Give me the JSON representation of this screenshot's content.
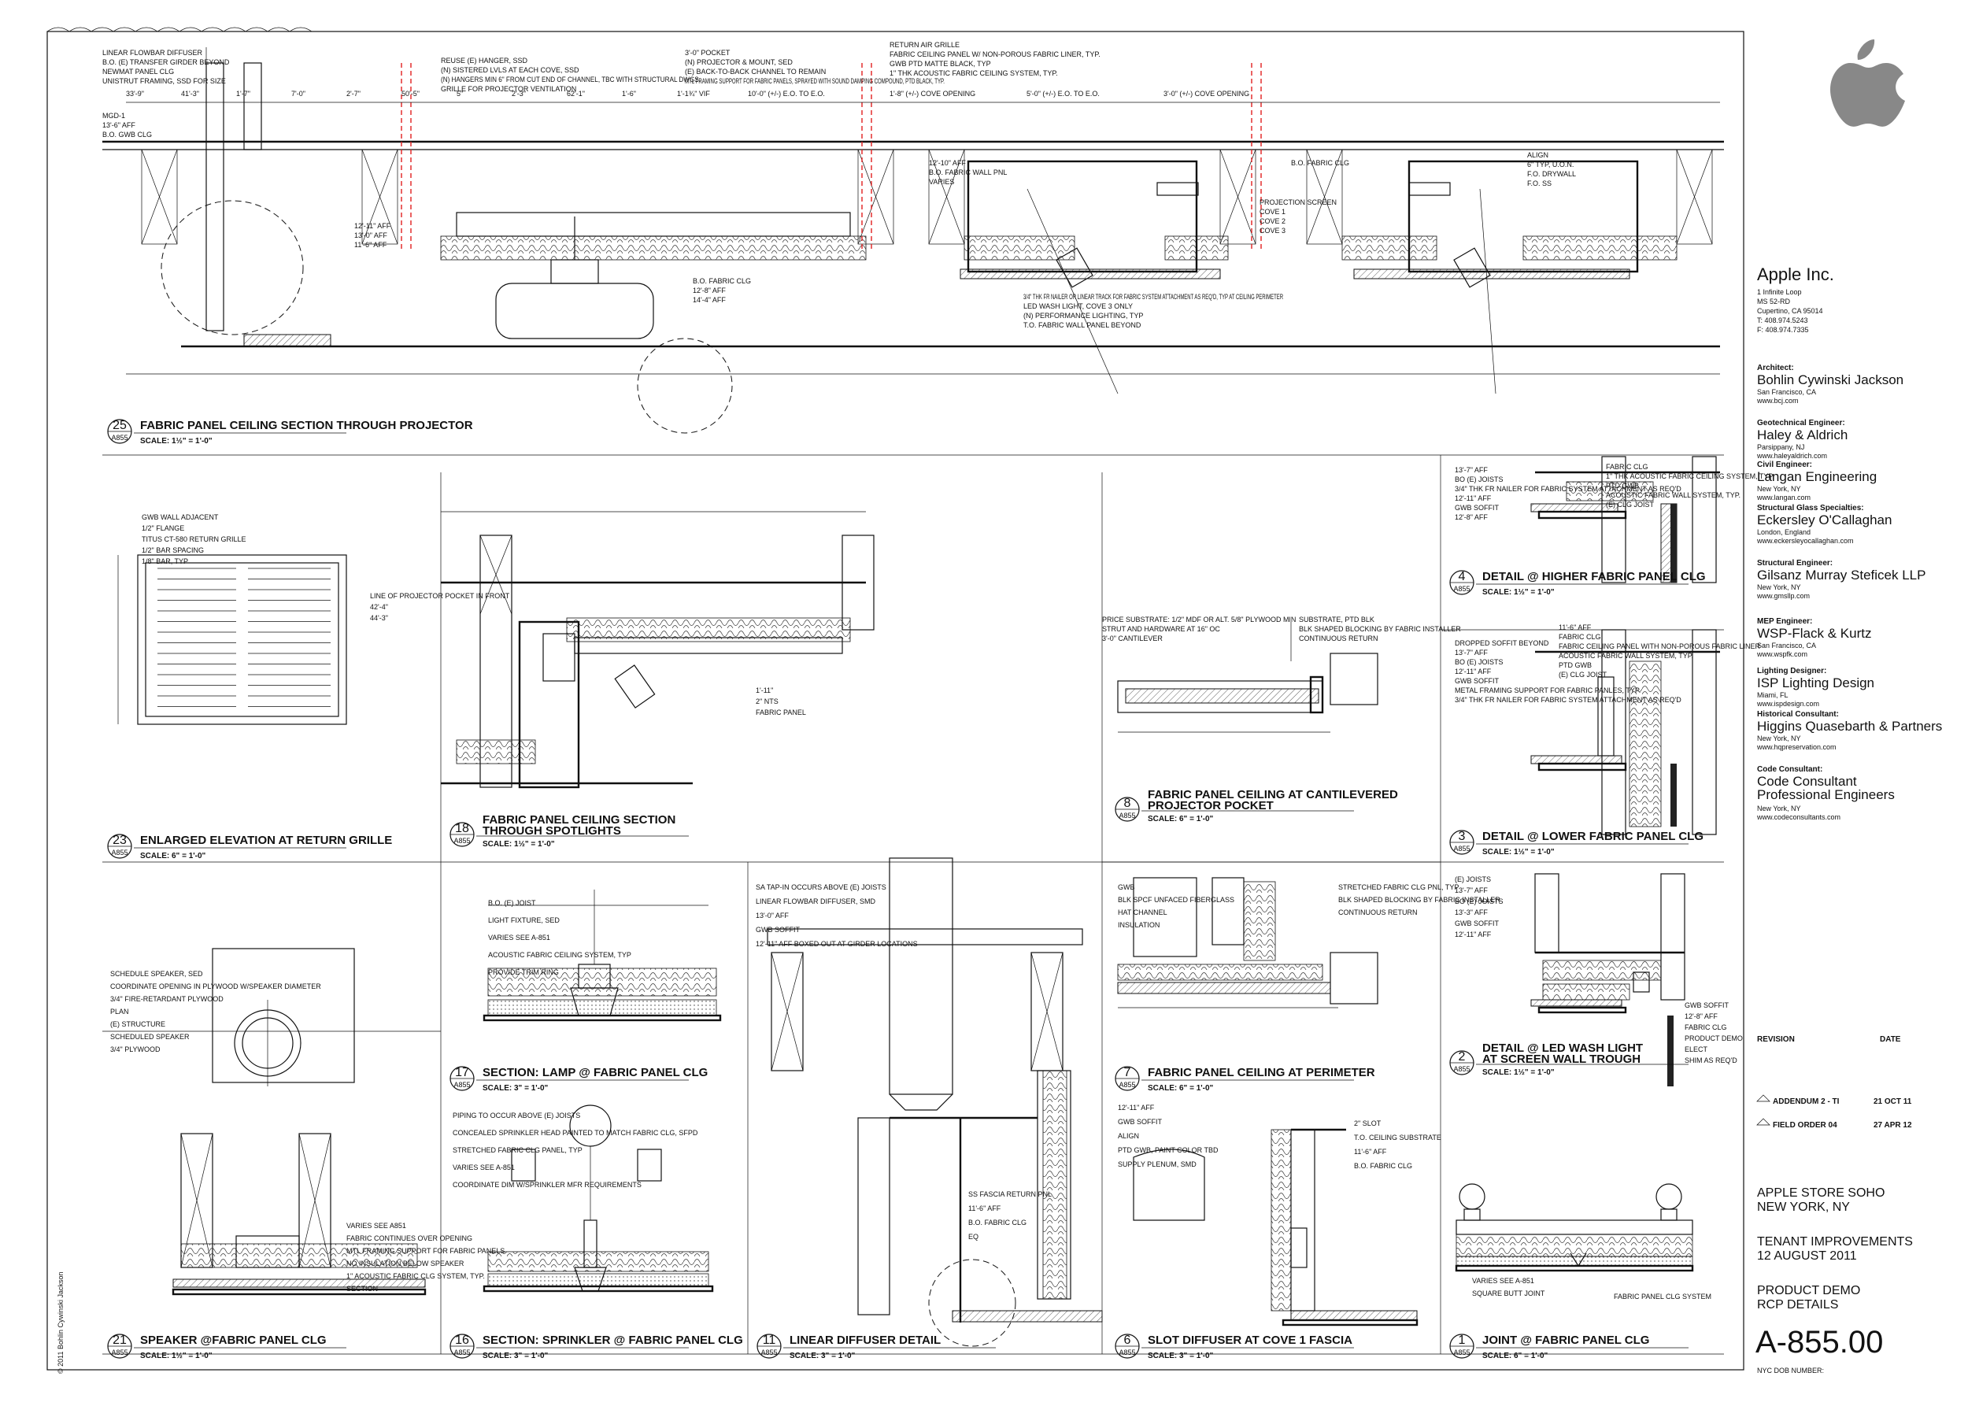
{
  "titleblock": {
    "client": "Apple Inc.",
    "client_address": [
      "1 Infinite Loop",
      "MS 52-RD",
      "Cupertino, CA 95014",
      "T: 408.974.5243",
      "F: 408.974.7335"
    ],
    "consultants": [
      {
        "role": "Architect:",
        "firm": "Bohlin Cywinski Jackson",
        "lines": [
          "San Francisco, CA",
          "www.bcj.com"
        ]
      },
      {
        "role": "Geotechnical Engineer:",
        "firm": "Haley & Aldrich",
        "lines": [
          "Parsippany, NJ",
          "www.haleyaldrich.com"
        ]
      },
      {
        "role": "Civil Engineer:",
        "firm": "Langan Engineering",
        "lines": [
          "New York, NY",
          "www.langan.com"
        ]
      },
      {
        "role": "Structural Glass Specialties:",
        "firm": "Eckersley O'Callaghan",
        "lines": [
          "London, England",
          "www.eckersleyocallaghan.com"
        ]
      },
      {
        "role": "Structural Engineer:",
        "firm": "Gilsanz Murray Steficek LLP",
        "lines": [
          "New York, NY",
          "www.gmsllp.com"
        ]
      },
      {
        "role": "MEP Engineer:",
        "firm": "WSP-Flack & Kurtz",
        "lines": [
          "San Francisco, CA",
          "www.wspfk.com"
        ]
      },
      {
        "role": "Lighting Designer:",
        "firm": "ISP Lighting Design",
        "lines": [
          "Miami, FL",
          "www.ispdesign.com"
        ]
      },
      {
        "role": "Historical Consultant:",
        "firm": "Higgins Quasebarth & Partners",
        "lines": [
          "New York, NY",
          "www.hqpreservation.com"
        ]
      },
      {
        "role": "Code Consultant:",
        "firm": "Code Consultant Professional Engineers",
        "lines": [
          "New York, NY",
          "www.codeconsultants.com"
        ]
      }
    ],
    "revision_label": "REVISION",
    "date_label": "DATE",
    "revisions": [
      {
        "name": "ADDENDUM 2 - TI",
        "date": "21 OCT 11"
      },
      {
        "name": "FIELD ORDER 04",
        "date": "27 APR 12"
      }
    ],
    "project": [
      "APPLE STORE SOHO",
      "NEW YORK, NY"
    ],
    "phase": [
      "TENANT IMPROVEMENTS",
      "12 AUGUST 2011"
    ],
    "sheet_title": [
      "PRODUCT DEMO",
      "RCP DETAILS"
    ],
    "sheet_number": "A-855.00",
    "dob": "NYC DOB NUMBER:",
    "copyright": "© 2011 Bohlin Cywinski Jackson"
  },
  "details": [
    {
      "num": "25",
      "sheet": "A855",
      "title": "FABRIC PANEL CEILING SECTION THROUGH PROJECTOR",
      "scale": "SCALE: 1½\" = 1'-0\""
    },
    {
      "num": "4",
      "sheet": "A855",
      "title": "DETAIL @ HIGHER FABRIC PANEL CLG",
      "scale": "SCALE: 1½\" = 1'-0\""
    },
    {
      "num": "23",
      "sheet": "A855",
      "title": "ENLARGED ELEVATION AT RETURN GRILLE",
      "scale": "SCALE: 6\" = 1'-0\""
    },
    {
      "num": "18",
      "sheet": "A855",
      "title": "FABRIC PANEL CEILING SECTION",
      "title2": "THROUGH SPOTLIGHTS",
      "scale": "SCALE: 1½\" = 1'-0\""
    },
    {
      "num": "8",
      "sheet": "A855",
      "title": "FABRIC PANEL CEILING AT CANTILEVERED",
      "title2": "PROJECTOR POCKET",
      "scale": "SCALE: 6\" = 1'-0\""
    },
    {
      "num": "3",
      "sheet": "A855",
      "title": "DETAIL @ LOWER FABRIC PANEL CLG",
      "scale": "SCALE: 1½\" = 1'-0\""
    },
    {
      "num": "17",
      "sheet": "A855",
      "title": "SECTION: LAMP @ FABRIC PANEL CLG",
      "scale": "SCALE: 3\" = 1'-0\""
    },
    {
      "num": "7",
      "sheet": "A855",
      "title": "FABRIC PANEL CEILING AT PERIMETER",
      "scale": "SCALE: 6\" = 1'-0\""
    },
    {
      "num": "2",
      "sheet": "A855",
      "title": "DETAIL @ LED WASH LIGHT",
      "title2": "AT SCREEN WALL TROUGH",
      "scale": "SCALE: 1½\" = 1'-0\""
    },
    {
      "num": "21",
      "sheet": "A855",
      "title": "SPEAKER @FABRIC PANEL CLG",
      "scale": "SCALE: 1½\" = 1'-0\""
    },
    {
      "num": "16",
      "sheet": "A855",
      "title": "SECTION: SPRINKLER @ FABRIC PANEL CLG",
      "scale": "SCALE: 3\" = 1'-0\""
    },
    {
      "num": "11",
      "sheet": "A855",
      "title": "LINEAR DIFFUSER DETAIL",
      "scale": "SCALE: 3\" = 1'-0\""
    },
    {
      "num": "6",
      "sheet": "A855",
      "title": "SLOT DIFFUSER AT COVE 1 FASCIA",
      "scale": "SCALE: 3\" = 1'-0\""
    },
    {
      "num": "1",
      "sheet": "A855",
      "title": "JOINT @ FABRIC PANEL CLG",
      "scale": "SCALE: 6\" = 1'-0\""
    }
  ],
  "notes": {
    "n25": [
      "LINEAR FLOWBAR DIFFUSER",
      "B.O. (E) TRANSFER GIRDER BEYOND",
      "NEWMAT PANEL CLG",
      "UNISTRUT FRAMING, SSD FOR SIZE",
      "REUSE (E) HANGER, SSD",
      "(N) SISTERED LVLS AT EACH COVE, SSD",
      "(N) HANGERS MIN 6\" FROM CUT END OF CHANNEL, TBC WITH STRUCTURAL DWGS.",
      "GRILLE FOR PROJECTOR VENTILATION",
      "3'-0\" POCKET",
      "(N) PROJECTOR & MOUNT, SED",
      "(E) BACK-TO-BACK CHANNEL TO REMAIN",
      "MTL FRAMING SUPPORT FOR FABRIC PANELS, SPRAYED WITH SOUND DAMPING COMPOUND, PTD BLACK, TYP.",
      "RETURN AIR GRILLE",
      "FABRIC CEILING PANEL W/ NON-POROUS FABRIC LINER, TYP.",
      "GWB PTD MATTE BLACK, TYP",
      "1\" THK ACOUSTIC FABRIC CEILING SYSTEM, TYP.",
      "3/4\" THK FR NAILER OR LINEAR TRACK FOR FABRIC SYSTEM ATTACHMENT AS REQ'D, TYP AT CEILING PERIMETER",
      "LED WASH LIGHT, COVE 3 ONLY",
      "(N) PERFORMANCE LIGHTING, TYP",
      "T.O. FABRIC WALL PANEL BEYOND",
      "PROJECTION SCREEN",
      "COVE 1",
      "COVE 2",
      "COVE 3",
      "ALIGN",
      "6\" TYP, U.O.N.",
      "F.O. DRYWALL",
      "F.O. SS"
    ],
    "dims25": [
      "33'-9\"",
      "41'-3\"",
      "1'-7\"",
      "7'-0\"",
      "2'-7\"",
      "50'-5\"",
      "5\"",
      "2'-3\"",
      "62'-1\"",
      "1'-6\"",
      "1'-1¾\" VIF",
      "10'-0\" (+/-) E.O. TO E.O.",
      "1'-8\" (+/-) COVE OPENING",
      "5'-0\" (+/-) E.O. TO E.O.",
      "3'-0\" (+/-) COVE OPENING"
    ],
    "elev": [
      "MGD-1",
      "13'-6\" AFF",
      "B.O. GWB CLG",
      "12'-11\" AFF",
      "13'-0\" AFF",
      "11'-6\" AFF",
      "B.O. FABRIC CLG",
      "12'-8\" AFF",
      "14'-4\" AFF",
      "12'-10\" AFF",
      "B.O. FABRIC WALL PNL",
      "VARIES",
      "B.O. FABRIC CLG"
    ],
    "n4": [
      "13'-7\" AFF",
      "BO (E) JOISTS",
      "3/4\" THK FR NAILER FOR FABRIC SYSTEM ATTACHMENT AS REQ'D",
      "12'-11\" AFF",
      "GWB SOFFIT",
      "12'-8\" AFF",
      "FABRIC CLG",
      "1\" THK ACOUSTIC FABRIC CEILING SYSTEM, TYP.",
      "PTD GWB",
      "ACOUSTIC FABRIC WALL SYSTEM, TYP.",
      "(E) CLG JOIST"
    ],
    "n23": [
      "GWB WALL ADJACENT",
      "1/2\" FLANGE",
      "TITUS CT-580 RETURN GRILLE",
      "1/2\" BAR SPACING",
      "1/8\" BAR, TYP"
    ],
    "n18": [
      "LINE OF PROJECTOR POCKET IN FRONT",
      "42'-4\"",
      "44'-3\"",
      "1'-11\"",
      "2\" NTS",
      "FABRIC PANEL"
    ],
    "n8": [
      "PRICE SUBSTRATE: 1/2\" MDF OR ALT. 5/8\" PLYWOOD MIN",
      "STRUT AND HARDWARE AT 16\" OC",
      "3'-0\" CANTILEVER",
      "SUBSTRATE, PTD BLK",
      "BLK SHAPED BLOCKING BY FABRIC INSTALLER",
      "CONTINUOUS RETURN"
    ],
    "n3": [
      "DROPPED SOFFIT BEYOND",
      "13'-7\" AFF",
      "BO (E) JOISTS",
      "12'-11\" AFF",
      "GWB SOFFIT",
      "METAL FRAMING SUPPORT FOR FABRIC PANLES, TYP.",
      "3/4\" THK FR NAILER FOR FABRIC SYSTEM ATTACHMENT AS REQ'D",
      "11'-6\" AFF",
      "FABRIC CLG",
      "FABRIC CEILING PANEL WITH NON-POROUS FABRIC LINER",
      "ACOUSTIC FABRIC WALL SYSTEM, TYP.",
      "PTD GWB",
      "(E) CLG JOIST"
    ],
    "n17": [
      "B.O. (E) JOIST",
      "LIGHT FIXTURE, SED",
      "VARIES SEE A-851",
      "ACOUSTIC FABRIC CEILING SYSTEM, TYP",
      "PROVIDE TRIM RING"
    ],
    "n11": [
      "SA TAP-IN OCCURS ABOVE (E) JOISTS",
      "LINEAR FLOWBAR DIFFUSER, SMD",
      "13'-0\" AFF",
      "GWB SOFFIT",
      "12'-11\" AFF BOXED OUT AT GIRDER LOCATIONS",
      "SS FASCIA RETURN PNL",
      "11'-6\" AFF",
      "B.O. FABRIC CLG",
      "EQ"
    ],
    "n7": [
      "GWB",
      "BLK SPCF UNFACED FIBERGLASS",
      "HAT CHANNEL",
      "INSULATION",
      "STRETCHED FABRIC CLG PNL, TYP",
      "BLK SHAPED BLOCKING BY FABRIC INSTALLER",
      "CONTINUOUS RETURN"
    ],
    "n2": [
      "(E) JOISTS",
      "13'-7\" AFF",
      "BO (E) JOISTS",
      "13'-3\" AFF",
      "GWB SOFFIT",
      "12'-11\" AFF",
      "GWB SOFFIT",
      "12'-8\" AFF",
      "FABRIC CLG",
      "PRODUCT DEMO",
      "ELECT",
      "SHIM AS REQ'D"
    ],
    "n21": [
      "SCHEDULE SPEAKER, SED",
      "COORDINATE OPENING IN PLYWOOD W/SPEAKER DIAMETER",
      "3/4\" FIRE-RETARDANT PLYWOOD",
      "PLAN",
      "(E) STRUCTURE",
      "SCHEDULED SPEAKER",
      "3/4\" PLYWOOD",
      "VARIES SEE A851",
      "FABRIC CONTINUES OVER OPENING",
      "MTL FRAMING SUPPORT FOR FABRIC PANELS",
      "NO INSULATION BELOW SPEAKER",
      "1\" ACOUSTIC FABRIC CLG SYSTEM, TYP.",
      "SECTION"
    ],
    "n16": [
      "PIPING TO OCCUR ABOVE (E) JOISTS",
      "CONCEALED SPRINKLER HEAD PAINTED TO MATCH FABRIC CLG, SFPD",
      "STRETCHED FABRIC CLG PANEL, TYP",
      "VARIES SEE A-851",
      "COORDINATE DIM W/SPRINKLER MFR REQUIREMENTS"
    ],
    "n6": [
      "12'-11\" AFF",
      "GWB SOFFIT",
      "ALIGN",
      "PTD GWB, PAINT COLOR TBD",
      "SUPPLY PLENUM, SMD",
      "2\" SLOT",
      "T.O. CEILING SUBSTRATE",
      "11'-6\" AFF",
      "B.O. FABRIC CLG"
    ],
    "n1": [
      "VARIES SEE A-851",
      "SQUARE BUTT JOINT",
      "FABRIC PANEL CLG SYSTEM"
    ]
  }
}
